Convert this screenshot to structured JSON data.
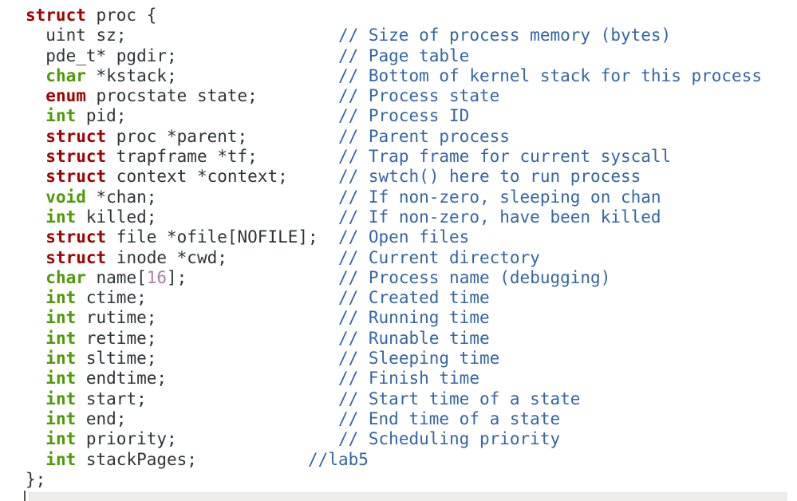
{
  "colors": {
    "background": "#ffffff",
    "plain": "#2e3436",
    "keyword": "#a40000",
    "type": "#4e9a06",
    "comment": "#3465a4",
    "number": "#ad7fa8",
    "scrollbar_track": "#efedeb",
    "caret": "#555753"
  },
  "code": {
    "language": "c",
    "lines": [
      [
        [
          "k",
          "struct"
        ],
        [
          "p",
          " proc {"
        ]
      ],
      [
        [
          "p",
          "  uint sz;"
        ],
        [
          "p",
          "                     "
        ],
        [
          "c",
          "// Size of process memory (bytes)"
        ]
      ],
      [
        [
          "p",
          "  pde_t* pgdir;"
        ],
        [
          "p",
          "                "
        ],
        [
          "c",
          "// Page table"
        ]
      ],
      [
        [
          "p",
          "  "
        ],
        [
          "t",
          "char"
        ],
        [
          "p",
          " *kstack;"
        ],
        [
          "p",
          "                "
        ],
        [
          "c",
          "// Bottom of kernel stack for this process"
        ]
      ],
      [
        [
          "p",
          "  "
        ],
        [
          "k",
          "enum"
        ],
        [
          "p",
          " procstate state;"
        ],
        [
          "p",
          "        "
        ],
        [
          "c",
          "// Process state"
        ]
      ],
      [
        [
          "p",
          "  "
        ],
        [
          "t",
          "int"
        ],
        [
          "p",
          " pid;"
        ],
        [
          "p",
          "                     "
        ],
        [
          "c",
          "// Process ID"
        ]
      ],
      [
        [
          "p",
          "  "
        ],
        [
          "k",
          "struct"
        ],
        [
          "p",
          " proc *parent;"
        ],
        [
          "p",
          "         "
        ],
        [
          "c",
          "// Parent process"
        ]
      ],
      [
        [
          "p",
          "  "
        ],
        [
          "k",
          "struct"
        ],
        [
          "p",
          " trapframe *tf;"
        ],
        [
          "p",
          "        "
        ],
        [
          "c",
          "// Trap frame for current syscall"
        ]
      ],
      [
        [
          "p",
          "  "
        ],
        [
          "k",
          "struct"
        ],
        [
          "p",
          " context *context;"
        ],
        [
          "p",
          "     "
        ],
        [
          "c",
          "// swtch() here to run process"
        ]
      ],
      [
        [
          "p",
          "  "
        ],
        [
          "t",
          "void"
        ],
        [
          "p",
          " *chan;"
        ],
        [
          "p",
          "                  "
        ],
        [
          "c",
          "// If non-zero, sleeping on chan"
        ]
      ],
      [
        [
          "p",
          "  "
        ],
        [
          "t",
          "int"
        ],
        [
          "p",
          " killed;"
        ],
        [
          "p",
          "                  "
        ],
        [
          "c",
          "// If non-zero, have been killed"
        ]
      ],
      [
        [
          "p",
          "  "
        ],
        [
          "k",
          "struct"
        ],
        [
          "p",
          " file *ofile[NOFILE];"
        ],
        [
          "p",
          "  "
        ],
        [
          "c",
          "// Open files"
        ]
      ],
      [
        [
          "p",
          "  "
        ],
        [
          "k",
          "struct"
        ],
        [
          "p",
          " inode *cwd;"
        ],
        [
          "p",
          "           "
        ],
        [
          "c",
          "// Current directory"
        ]
      ],
      [
        [
          "p",
          "  "
        ],
        [
          "t",
          "char"
        ],
        [
          "p",
          " name["
        ],
        [
          "n",
          "16"
        ],
        [
          "p",
          "];"
        ],
        [
          "p",
          "               "
        ],
        [
          "c",
          "// Process name (debugging)"
        ]
      ],
      [
        [
          "p",
          "  "
        ],
        [
          "t",
          "int"
        ],
        [
          "p",
          " ctime;"
        ],
        [
          "p",
          "                   "
        ],
        [
          "c",
          "// Created time"
        ]
      ],
      [
        [
          "p",
          "  "
        ],
        [
          "t",
          "int"
        ],
        [
          "p",
          " rutime;"
        ],
        [
          "p",
          "                  "
        ],
        [
          "c",
          "// Running time"
        ]
      ],
      [
        [
          "p",
          "  "
        ],
        [
          "t",
          "int"
        ],
        [
          "p",
          " retime;"
        ],
        [
          "p",
          "                  "
        ],
        [
          "c",
          "// Runable time"
        ]
      ],
      [
        [
          "p",
          "  "
        ],
        [
          "t",
          "int"
        ],
        [
          "p",
          " sltime;"
        ],
        [
          "p",
          "                  "
        ],
        [
          "c",
          "// Sleeping time"
        ]
      ],
      [
        [
          "p",
          "  "
        ],
        [
          "t",
          "int"
        ],
        [
          "p",
          " endtime;"
        ],
        [
          "p",
          "                 "
        ],
        [
          "c",
          "// Finish time"
        ]
      ],
      [
        [
          "p",
          "  "
        ],
        [
          "t",
          "int"
        ],
        [
          "p",
          " start;"
        ],
        [
          "p",
          "                   "
        ],
        [
          "c",
          "// Start time of a state"
        ]
      ],
      [
        [
          "p",
          "  "
        ],
        [
          "t",
          "int"
        ],
        [
          "p",
          " end;"
        ],
        [
          "p",
          "                     "
        ],
        [
          "c",
          "// End time of a state"
        ]
      ],
      [
        [
          "p",
          "  "
        ],
        [
          "t",
          "int"
        ],
        [
          "p",
          " priority;"
        ],
        [
          "p",
          "                "
        ],
        [
          "c",
          "// Scheduling priority"
        ]
      ],
      [
        [
          "p",
          "  "
        ],
        [
          "t",
          "int"
        ],
        [
          "p",
          " stackPages;"
        ],
        [
          "p",
          "           "
        ],
        [
          "c",
          "//lab5"
        ]
      ],
      [
        [
          "p",
          "};"
        ]
      ]
    ]
  }
}
